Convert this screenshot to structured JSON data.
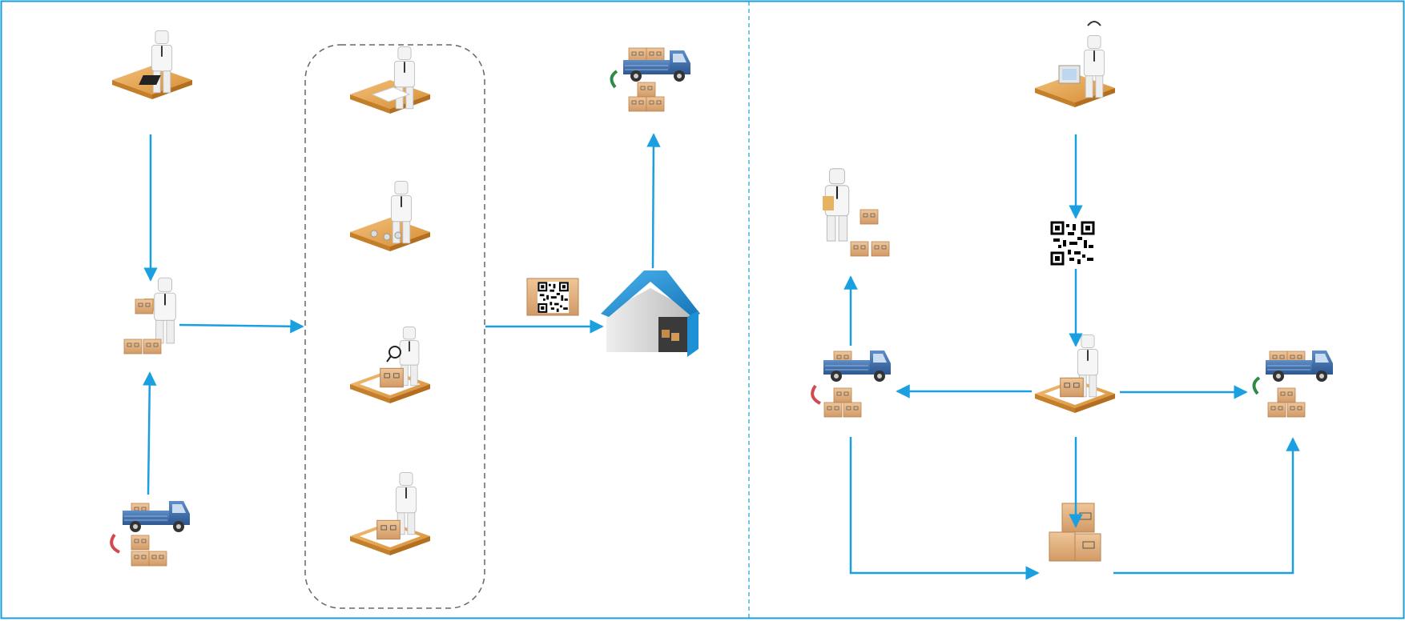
{
  "colors": {
    "frame": "#1a9fd8",
    "arrow": "#1aa0e0",
    "dashed_group": "#666666",
    "truck_blue": "#3a6aa6",
    "box_tan": "#e0b07e",
    "desk_orange": "#e2a24c",
    "warehouse_roof": "#1e90d6",
    "return_arrow": "#d04a50",
    "outbound_arrow": "#2f8a48"
  },
  "sections": [
    {
      "id": "left",
      "name": "inbound-flow"
    },
    {
      "id": "right",
      "name": "outbound-flow"
    }
  ],
  "icons": [
    "clerk-calculator-desk-icon",
    "receiving-clerk-boxes-icon",
    "inbound-truck-return-icon",
    "clerk-document-desk-icon",
    "clerk-parts-desk-icon",
    "inspector-magnifier-box-icon",
    "packer-box-desk-icon",
    "qr-label-boxes-icon",
    "warehouse-icon",
    "outbound-truck-icon",
    "support-agent-computer-icon",
    "qr-code-icon",
    "clerk-clipboard-boxes-icon",
    "return-truck-icon",
    "packer-desk-right-icon",
    "outbound-truck-right-icon",
    "stacked-boxes-icon"
  ],
  "labels": {
    "arrow_1": "",
    "arrow_2": "",
    "arrow_3": "",
    "arrow_4": ""
  }
}
